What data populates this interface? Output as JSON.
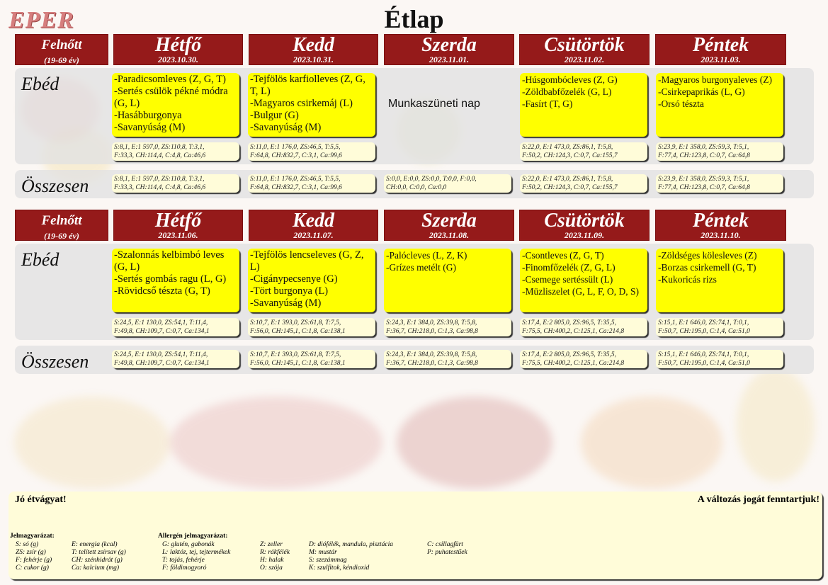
{
  "logo": "EPER",
  "title": "Étlap",
  "colors": {
    "header_bg": "#951a1a",
    "menu_bg": "#ffff00",
    "nutrition_bg": "#fffcd9",
    "band_bg": "#e1e1e1"
  },
  "weeks": [
    {
      "group": {
        "label": "Felnőtt",
        "age": "(19-69 év)"
      },
      "row_lunch_label": "Ebéd",
      "row_total_label": "Összesen",
      "days": [
        {
          "name": "Hétfő",
          "date": "2023.10.30.",
          "menu": [
            "-Paradicsomleves (Z, G, T)",
            "-Sertés csülök pékné módra (G, L)",
            "-Hasábburgonya",
            "-Savanyúság (M)"
          ],
          "nutrition_line1": "S:8,1, E:1 597,0, ZS:110,8, T:3,1,",
          "nutrition_line2": "F:33,3, CH:114,4, C:4,8, Ca:46,6",
          "total_line1": "S:8,1, E:1 597,0, ZS:110,8, T:3,1,",
          "total_line2": "F:33,3, CH:114,4, C:4,8, Ca:46,6"
        },
        {
          "name": "Kedd",
          "date": "2023.10.31.",
          "menu": [
            "-Tejfölös karfiolleves (Z, G, T, L)",
            "-Magyaros csirkemáj  (L)",
            "-Bulgur (G)",
            "-Savanyúság (M)"
          ],
          "nutrition_line1": "S:11,0, E:1 176,0, ZS:46,5, T:5,5,",
          "nutrition_line2": "F:64,8, CH:832,7, C:3,1, Ca:99,6",
          "total_line1": "S:11,0, E:1 176,0, ZS:46,5, T:5,5,",
          "total_line2": "F:64,8, CH:832,7, C:3,1, Ca:99,6"
        },
        {
          "name": "Szerda",
          "date": "2023.11.01.",
          "holiday": "Munkaszüneti nap",
          "total_line1": "S:0,0, E:0,0, ZS:0,0, T:0,0, F:0,0,",
          "total_line2": "CH:0,0, C:0,0, Ca:0,0"
        },
        {
          "name": "Csütörtök",
          "date": "2023.11.02.",
          "menu": [
            "-Húsgombócleves  (Z, G)",
            "-Zöldbabfőzelék  (G, L)",
            "-Fasírt  (T, G)"
          ],
          "nutrition_line1": "S:22,0, E:1 473,0, ZS:86,1, T:5,8,",
          "nutrition_line2": "F:50,2, CH:124,3, C:0,7, Ca:155,7",
          "total_line1": "S:22,0, E:1 473,0, ZS:86,1, T:5,8,",
          "total_line2": "F:50,2, CH:124,3, C:0,7, Ca:155,7"
        },
        {
          "name": "Péntek",
          "date": "2023.11.03.",
          "menu": [
            "-Magyaros burgonyaleves (Z)",
            "-Csirkepaprikás  (L, G)",
            "-Orsó tészta"
          ],
          "nutrition_line1": "S:23,9, E:1 358,0, ZS:59,3, T:5,1,",
          "nutrition_line2": "F:77,4, CH:123,8, C:0,7, Ca:64,8",
          "total_line1": "S:23,9, E:1 358,0, ZS:59,3, T:5,1,",
          "total_line2": "F:77,4, CH:123,8, C:0,7, Ca:64,8"
        }
      ]
    },
    {
      "group": {
        "label": "Felnőtt",
        "age": "(19-69 év)"
      },
      "row_lunch_label": "Ebéd",
      "row_total_label": "Összesen",
      "days": [
        {
          "name": "Hétfő",
          "date": "2023.11.06.",
          "menu": [
            "-Szalonnás kelbimbó leves (G, L)",
            "-Sertés gombás ragu (L, G)",
            "-Rövidcső tészta (G, T)"
          ],
          "nutrition_line1": "S:24,5, E:1 130,0, ZS:54,1, T:11,4,",
          "nutrition_line2": "F:49,8, CH:109,7, C:0,7, Ca:134,1",
          "total_line1": "S:24,5, E:1 130,0, ZS:54,1, T:11,4,",
          "total_line2": "F:49,8, CH:109,7, C:0,7, Ca:134,1"
        },
        {
          "name": "Kedd",
          "date": "2023.11.07.",
          "menu": [
            "-Tejfölös lencseleves (G, Z, L)",
            "-Cigánypecsenye  (G)",
            "-Tört burgonya  (L)",
            "-Savanyúság (M)"
          ],
          "nutrition_line1": "S:10,7, E:1 393,0, ZS:61,8, T:7,5,",
          "nutrition_line2": "F:56,0, CH:145,1, C:1,8, Ca:138,1",
          "total_line1": "S:10,7, E:1 393,0, ZS:61,8, T:7,5,",
          "total_line2": "F:56,0, CH:145,1, C:1,8, Ca:138,1"
        },
        {
          "name": "Szerda",
          "date": "2023.11.08.",
          "menu": [
            "-Palócleves (L, Z, K)",
            "-Grízes metélt  (G)"
          ],
          "nutrition_line1": "S:24,3, E:1 384,0, ZS:39,8, T:5,8,",
          "nutrition_line2": "F:36,7, CH:218,0, C:1,3, Ca:98,8",
          "total_line1": "S:24,3, E:1 384,0, ZS:39,8, T:5,8,",
          "total_line2": "F:36,7, CH:218,0, C:1,3, Ca:98,8"
        },
        {
          "name": "Csütörtök",
          "date": "2023.11.09.",
          "menu": [
            "-Csontleves (Z, G, T)",
            "-Finomfőzelék  (Z, G, L)",
            "-Csemege sertéssült  (L)",
            "-Müzliszelet  (G, L, F, O, D, S)"
          ],
          "nutrition_line1": "S:17,4, E:2 805,0, ZS:96,5, T:35,5,",
          "nutrition_line2": "F:75,5, CH:400,2, C:125,1, Ca:214,8",
          "total_line1": "S:17,4, E:2 805,0, ZS:96,5, T:35,5,",
          "total_line2": "F:75,5, CH:400,2, C:125,1, Ca:214,8"
        },
        {
          "name": "Péntek",
          "date": "2023.11.10.",
          "menu": [
            "-Zöldséges kölesleves (Z)",
            "-Borzas csirkemell (G, T)",
            "-Kukoricás rizs"
          ],
          "nutrition_line1": "S:15,1, E:1 646,0, ZS:74,1, T:0,1,",
          "nutrition_line2": "F:50,7, CH:195,0, C:1,4, Ca:51,0",
          "total_line1": "S:15,1, E:1 646,0, ZS:74,1, T:0,1,",
          "total_line2": "F:50,7, CH:195,0, C:1,4, Ca:51,0"
        }
      ]
    }
  ],
  "footer": {
    "greeting": "Jó étvágyat!",
    "disclaimer": "A változás jogát fenntartjuk!",
    "legend_title": "Jelmagyarázat:",
    "legend_col1": [
      "S: só (g)",
      "ZS: zsír (g)",
      "F: fehérje (g)",
      "C: cukor (g)"
    ],
    "legend_col2": [
      "E: energia (kcal)",
      "T: telített zsírsav (g)",
      "CH: szénhidrát (g)",
      "Ca: kalcium (mg)"
    ],
    "allergen_title": "Allergén jelmagyarázat:",
    "allergen_col1": [
      "G: glutén, gabonák",
      "L: laktóz, tej, tejtermékek",
      "T: tojás, fehérje",
      "F: földimogyoró"
    ],
    "allergen_col2": [
      "Z: zeller",
      "R: rákfélék",
      "H: halak",
      "O: szója"
    ],
    "allergen_col3": [
      "D: diófélék, mandula, pisztácia",
      "M: mustár",
      "S: szezámmag",
      "K: szulfitok, kéndioxid"
    ],
    "allergen_col4": [
      "C: csillagfürt",
      "P: puhatestűek"
    ]
  }
}
